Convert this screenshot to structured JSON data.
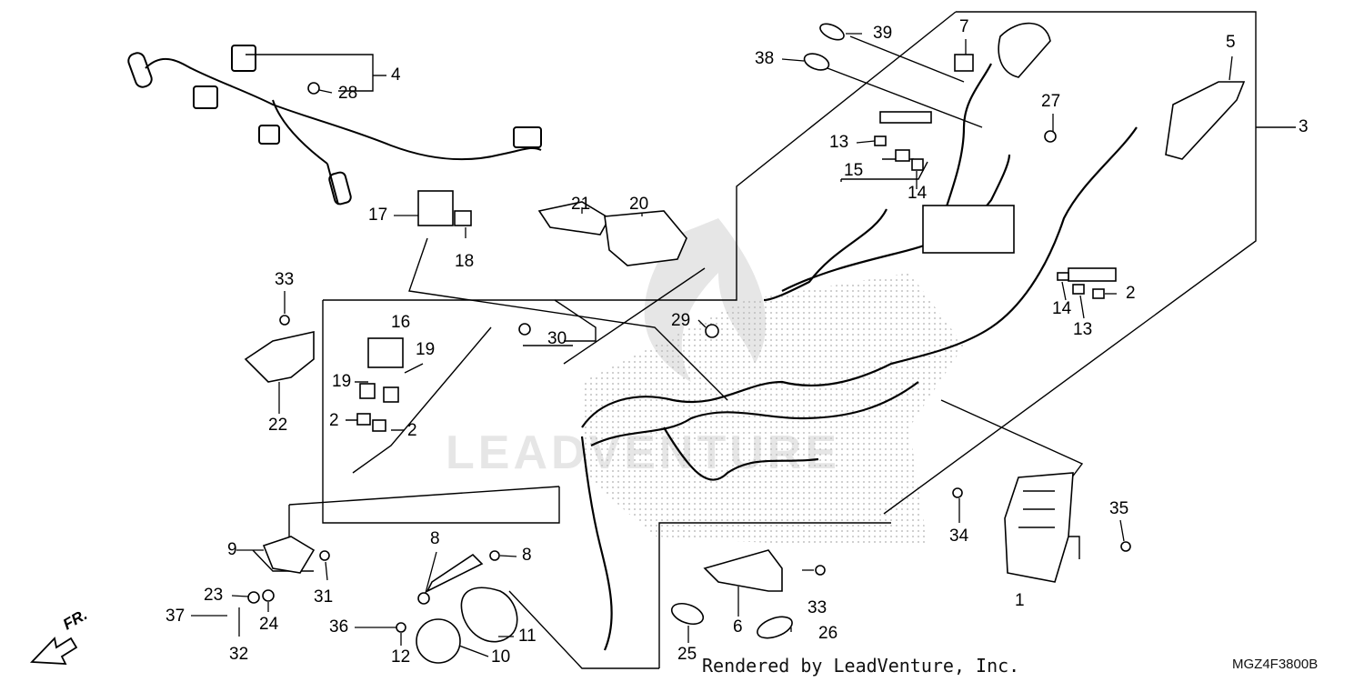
{
  "diagram": {
    "front_indicator": "FR.",
    "watermark": "LEADVENTURE",
    "credit": "Rendered by LeadVenture, Inc.",
    "diagram_code": "MGZ4F3800B",
    "callouts": {
      "c1": "1",
      "c2a": "2",
      "c2b": "2",
      "c2c": "2",
      "c3": "3",
      "c4": "4",
      "c5": "5",
      "c6": "6",
      "c7": "7",
      "c8a": "8",
      "c8b": "8",
      "c9": "9",
      "c10": "10",
      "c11": "11",
      "c12": "12",
      "c13a": "13",
      "c13b": "13",
      "c14a": "14",
      "c14b": "14",
      "c15": "15",
      "c16": "16",
      "c17": "17",
      "c18": "18",
      "c19a": "19",
      "c19b": "19",
      "c20": "20",
      "c21": "21",
      "c22": "22",
      "c23": "23",
      "c24": "24",
      "c25": "25",
      "c26": "26",
      "c27": "27",
      "c28": "28",
      "c29": "29",
      "c30": "30",
      "c31": "31",
      "c32": "32",
      "c33a": "33",
      "c33b": "33",
      "c34": "34",
      "c35": "35",
      "c36": "36",
      "c37": "37",
      "c38": "38",
      "c39": "39"
    }
  }
}
